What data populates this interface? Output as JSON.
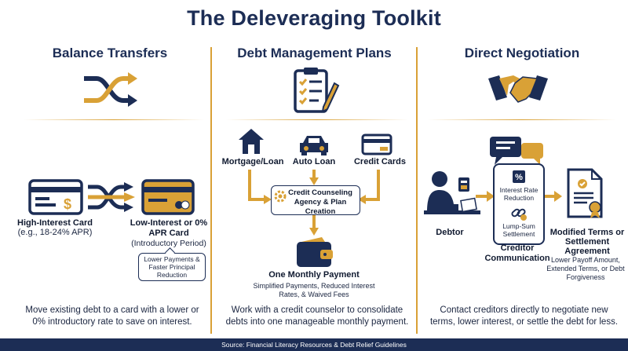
{
  "title": "The Deleveraging Toolkit",
  "columns": {
    "balance": {
      "heading": "Balance Transfers",
      "high_card": "High-Interest Card",
      "high_card_sub": "(e.g., 18-24% APR)",
      "low_card": "Low-Interest or 0% APR Card",
      "low_card_sub": "(Introductory Period)",
      "benefit": "Lower Payments & Faster Principal Reduction",
      "description": "Move existing debt to a card with a lower or 0% introductory rate to save on interest."
    },
    "dmp": {
      "heading": "Debt Management Plans",
      "sources": [
        "Mortgage/Loan",
        "Auto Loan",
        "Credit Cards"
      ],
      "center": "Credit Counseling Agency & Plan Creation",
      "result": "One Monthly Payment",
      "result_sub": "Simplified Payments, Reduced Interest Rates, & Waived Fees",
      "description": "Work with a credit counselor to consolidate debts into one manageable monthly payment."
    },
    "negotiation": {
      "heading": "Direct Negotiation",
      "debtor": "Debtor",
      "bubble_top": "Interest Rate Reduction",
      "bubble_bottom": "Lump-Sum Settlement",
      "creditor": "Creditor Communication",
      "outcome": "Modified Terms or Settlement Agreement",
      "outcome_sub": "Lower Payoff Amount, Extended Terms, or Debt Forgiveness",
      "description": "Contact creditors directly to negotiate new terms, lower interest, or settle the debt for less."
    }
  },
  "footer": "Source: Financial Literacy Resources & Debt Relief Guidelines",
  "colors": {
    "navy": "#1c2d55",
    "gold": "#d9a136"
  }
}
